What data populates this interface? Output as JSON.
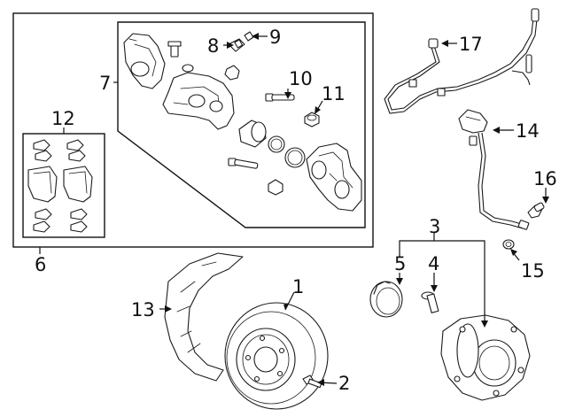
{
  "diagram": {
    "callouts": {
      "c1": "1",
      "c2": "2",
      "c3": "3",
      "c4": "4",
      "c5": "5",
      "c6": "6",
      "c7": "7",
      "c8": "8",
      "c9": "9",
      "c10": "10",
      "c11": "11",
      "c12": "12",
      "c13": "13",
      "c14": "14",
      "c15": "15",
      "c16": "16",
      "c17": "17"
    }
  }
}
